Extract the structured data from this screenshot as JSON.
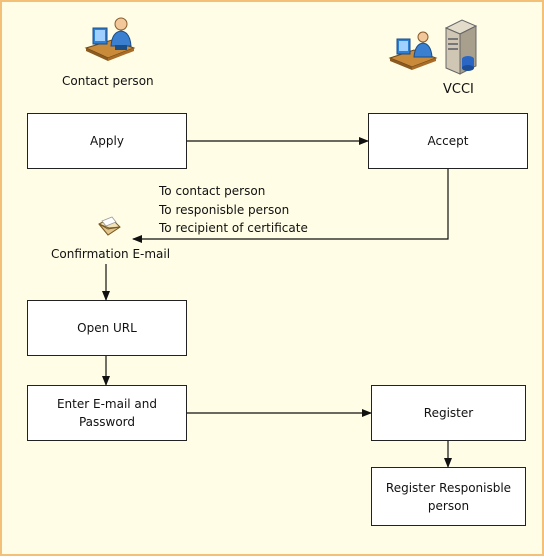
{
  "actors": {
    "contact_person": "Contact person",
    "vcci": "VCCI"
  },
  "nodes": {
    "apply": "Apply",
    "accept": "Accept",
    "open_url": "Open URL",
    "enter_email": "Enter E-mail and\nPassword",
    "register": "Register",
    "register_responsible": "Register Responisble\nperson"
  },
  "email": {
    "label": "Confirmation E-mail",
    "recipients": [
      "To contact person",
      "To responisble person",
      "To recipient of certificate"
    ]
  },
  "colors": {
    "background": "#fffde6",
    "border": "#f3c07a",
    "line": "#111111"
  }
}
